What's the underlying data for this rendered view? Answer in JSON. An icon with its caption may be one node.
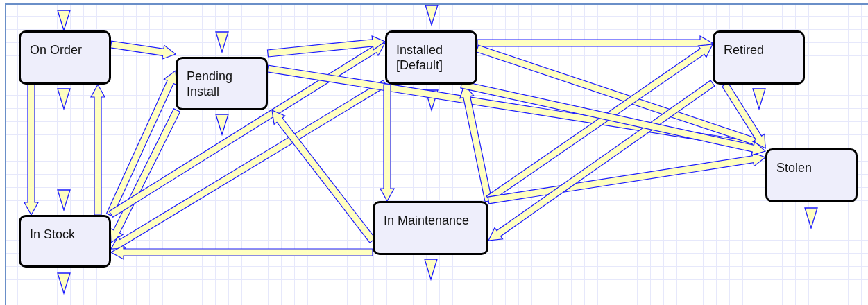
{
  "diagram": {
    "nodes": [
      {
        "text": [
          "On Order"
        ]
      },
      {
        "text": [
          "Pending Install"
        ]
      },
      {
        "text": [
          "Installed [Default]"
        ]
      },
      {
        "text": [
          "Retired"
        ]
      },
      {
        "text": [
          "In Stock"
        ]
      },
      {
        "text": [
          "In Maintenance"
        ]
      },
      {
        "text": [
          "Stolen"
        ]
      }
    ],
    "edges": [
      {
        "from": 0,
        "to": 1,
        "arrow": "to"
      },
      {
        "from": 0,
        "to": 4,
        "arrow": "to"
      },
      {
        "from": 4,
        "to": 0,
        "arrow": "to"
      },
      {
        "from": 4,
        "to": 1,
        "arrow": "to"
      },
      {
        "from": 1,
        "to": 4,
        "arrow": "to"
      },
      {
        "from": 4,
        "to": 2,
        "arrow": "to"
      },
      {
        "from": 2,
        "to": 4,
        "arrow": "to"
      },
      {
        "from": 5,
        "to": 4,
        "arrow": "to"
      },
      {
        "from": 1,
        "to": 2,
        "arrow": "to"
      },
      {
        "from": 1,
        "to": 6,
        "arrow": "to"
      },
      {
        "from": 2,
        "to": 5,
        "arrow": "to"
      },
      {
        "from": 5,
        "to": 1,
        "arrow": "to"
      },
      {
        "from": 5,
        "to": 2,
        "arrow": "to"
      },
      {
        "from": 2,
        "to": 3,
        "arrow": "to"
      },
      {
        "from": 2,
        "to": 6,
        "arrow": "to"
      },
      {
        "from": 5,
        "to": 3,
        "arrow": "to"
      },
      {
        "from": 5,
        "to": 6,
        "arrow": "to"
      },
      {
        "from": 3,
        "to": 5,
        "arrow": "to"
      },
      {
        "from": 3,
        "to": 6,
        "arrow": "to"
      },
      {
        "from": 2,
        "to": 6,
        "arrow": "to"
      }
    ]
  }
}
